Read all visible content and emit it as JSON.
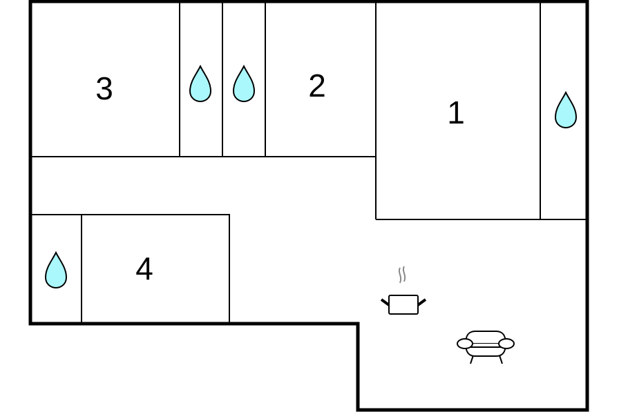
{
  "floorplan": {
    "rooms": [
      {
        "label": "1",
        "type": "bedroom"
      },
      {
        "label": "2",
        "type": "bedroom"
      },
      {
        "label": "3",
        "type": "bedroom"
      },
      {
        "label": "4",
        "type": "bedroom"
      }
    ],
    "icons": [
      "water-drop-icon",
      "water-drop-icon",
      "water-drop-icon",
      "water-drop-icon",
      "cooking-pot-icon",
      "sofa-icon"
    ],
    "colors": {
      "wall": "#000000",
      "bathroom_drop": "#aaf8fc",
      "steam": "#888888"
    }
  }
}
